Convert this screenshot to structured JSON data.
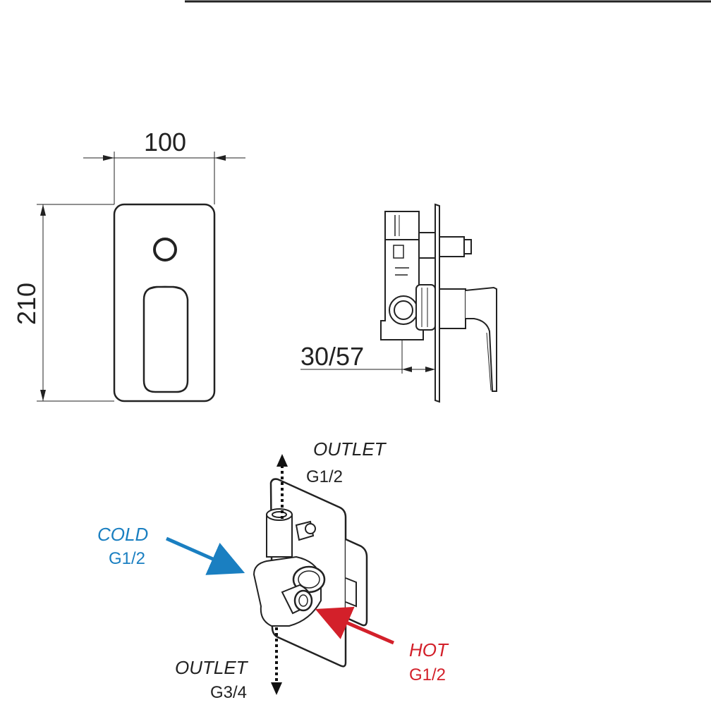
{
  "dimensions": {
    "width": "100",
    "height": "210",
    "depth": "30/57"
  },
  "labels": {
    "outlet_top": "OUTLET",
    "outlet_top_size": "G1/2",
    "cold": "COLD",
    "cold_size": "G1/2",
    "hot": "HOT",
    "hot_size": "G1/2",
    "outlet_bottom": "OUTLET",
    "outlet_bottom_size": "G3/4"
  },
  "colors": {
    "line": "#222222",
    "cold": "#1a7fc1",
    "hot": "#d3202a",
    "text": "#222222"
  }
}
